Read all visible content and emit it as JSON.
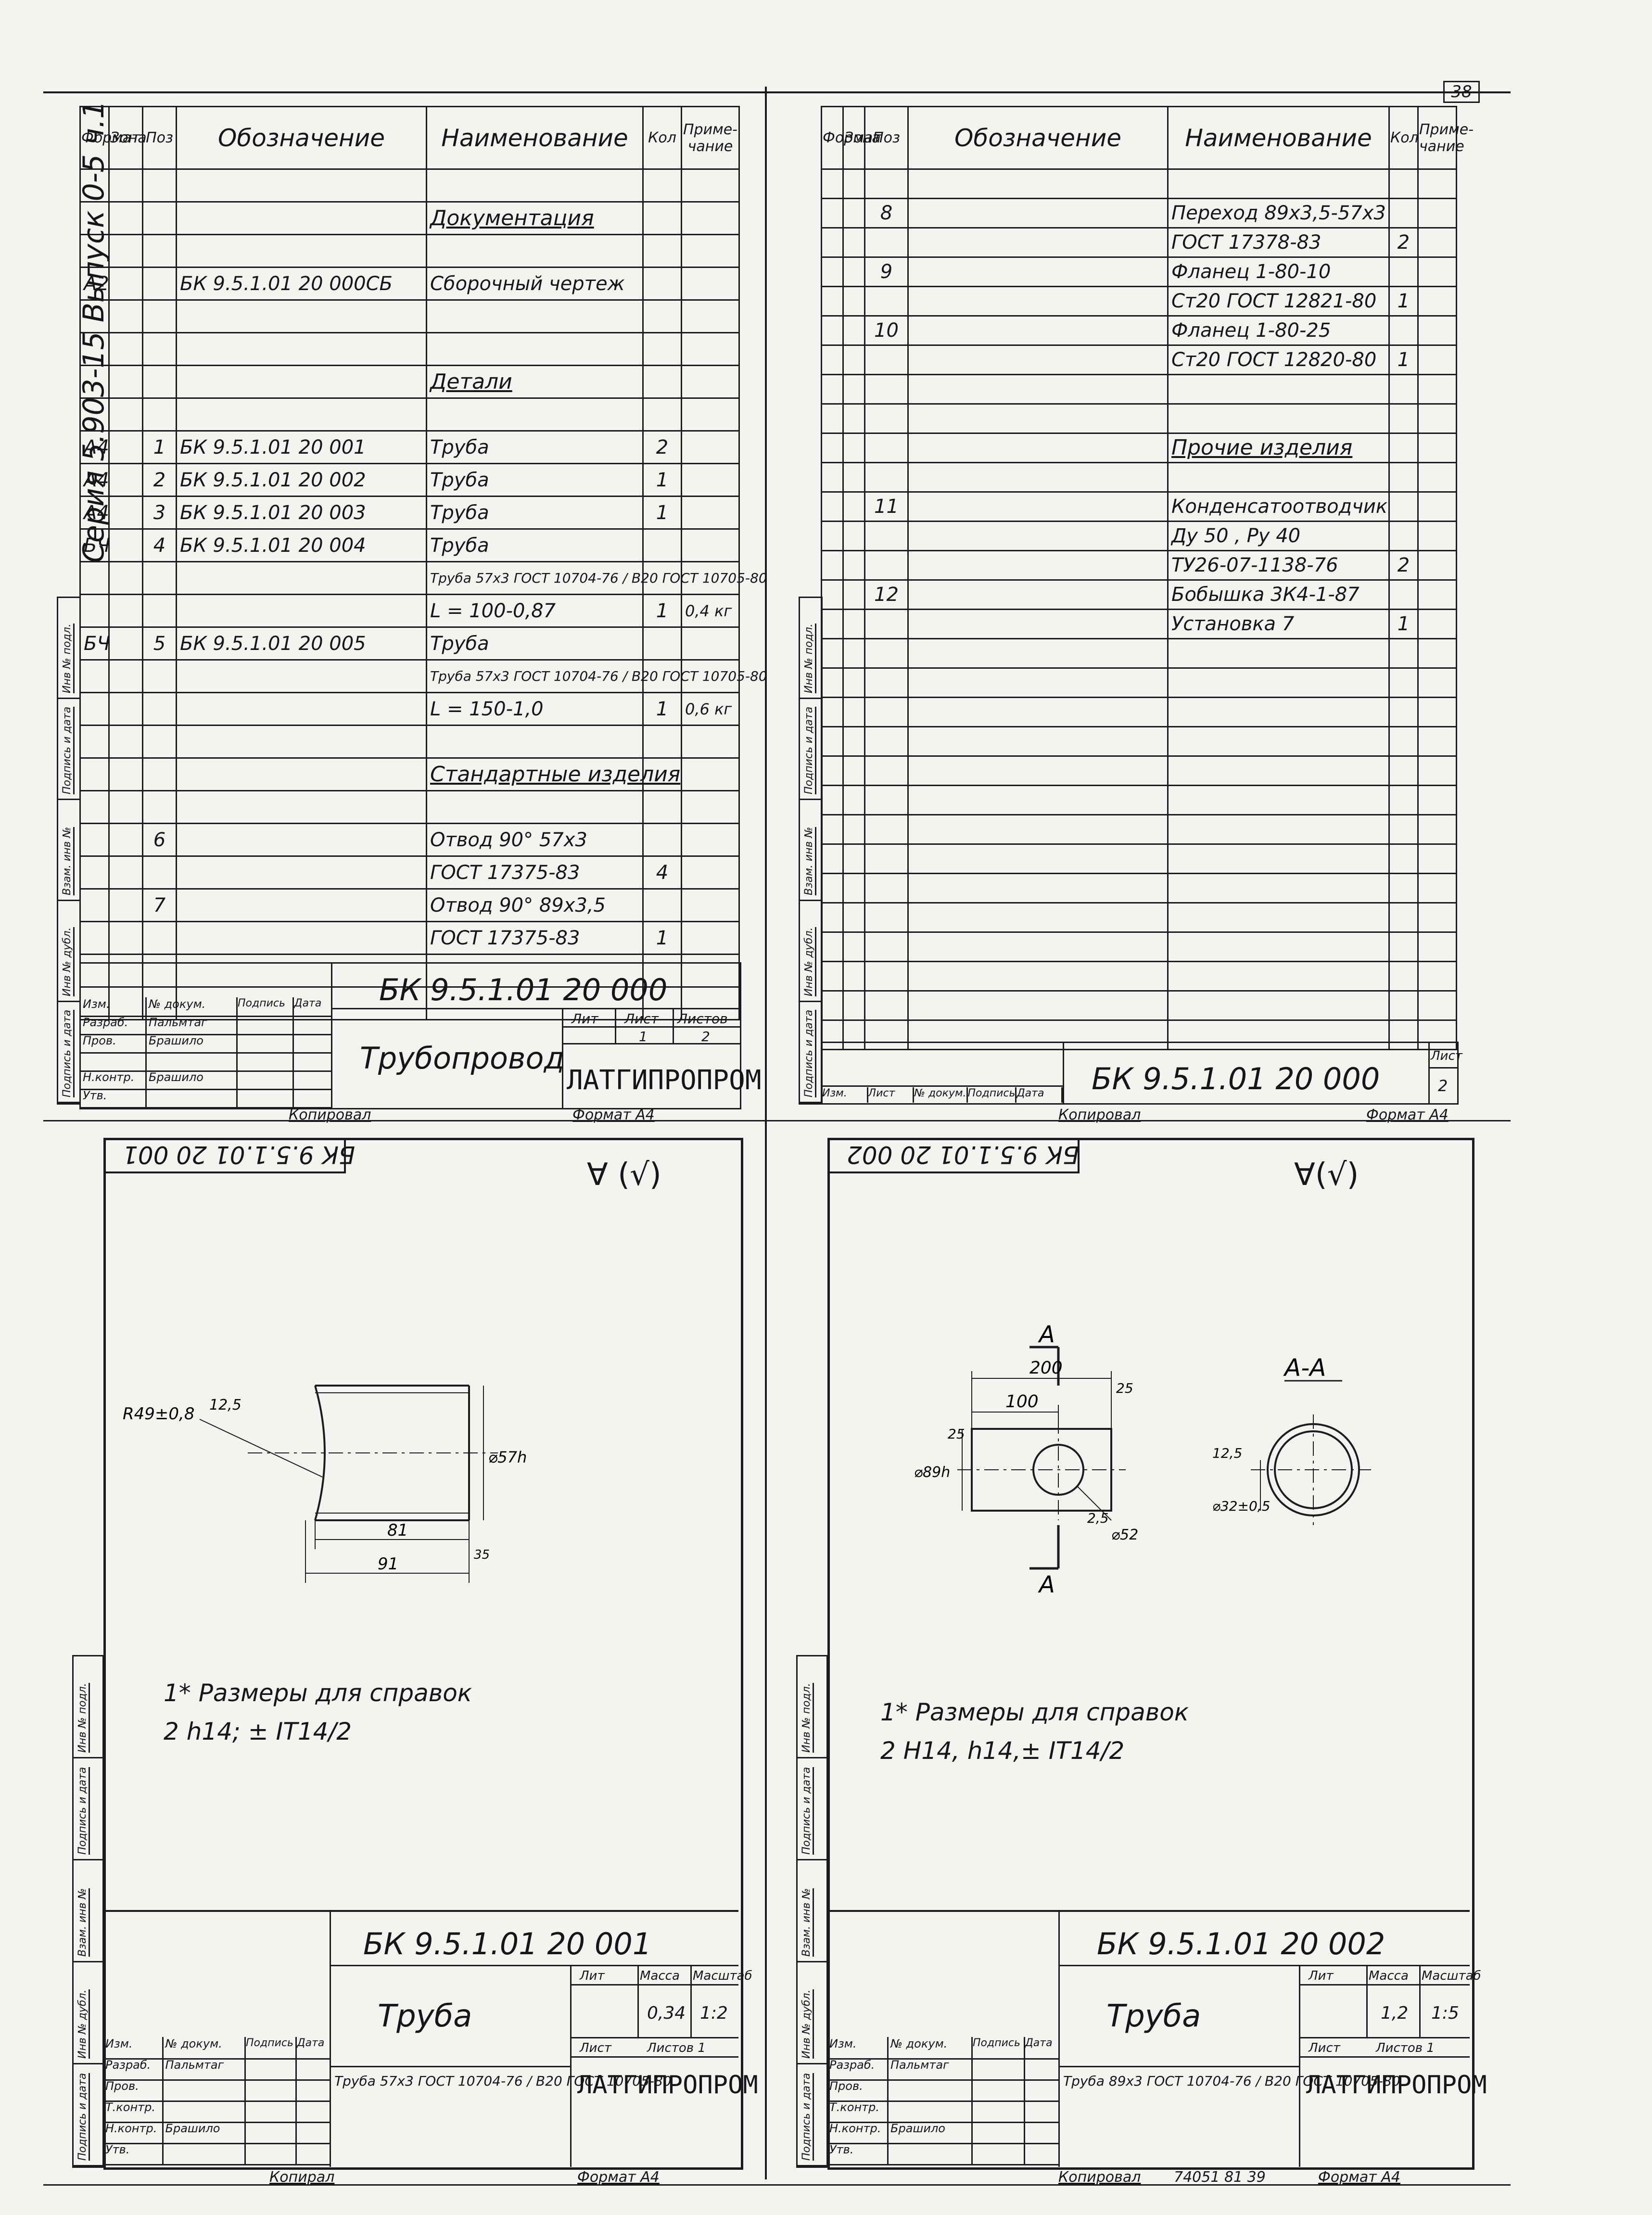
{
  "sheet_number": "38",
  "series_label": "Серия 5.903-15   Выпуск 0-5 ч.1",
  "copied_by": "Копировал",
  "copied_by_2": "Копирал",
  "format_label": "Формат А4",
  "edge_print": "74051  81  39",
  "spec": {
    "headers": [
      "Формат",
      "Зона",
      "Поз",
      "Обозначение",
      "Наименование",
      "Кол",
      "Приме-чание"
    ],
    "headers_right": [
      "Формат",
      "Зона",
      "Поз",
      "Обозначение",
      "Наименование",
      "Кол",
      "Приме-чание"
    ],
    "left_rows": [
      {
        "fmt": "",
        "zone": "",
        "pos": "",
        "code": "",
        "name": "",
        "qty": "",
        "note": ""
      },
      {
        "fmt": "",
        "zone": "",
        "pos": "",
        "code": "",
        "name": "Документация",
        "qty": "",
        "note": "",
        "section": true
      },
      {
        "fmt": "",
        "zone": "",
        "pos": "",
        "code": "",
        "name": "",
        "qty": "",
        "note": ""
      },
      {
        "fmt": "А2",
        "zone": "",
        "pos": "",
        "code": "БК 9.5.1.01 20 000СБ",
        "name": "Сборочный чертеж",
        "qty": "",
        "note": ""
      },
      {
        "fmt": "",
        "zone": "",
        "pos": "",
        "code": "",
        "name": "",
        "qty": "",
        "note": ""
      },
      {
        "fmt": "",
        "zone": "",
        "pos": "",
        "code": "",
        "name": "",
        "qty": "",
        "note": ""
      },
      {
        "fmt": "",
        "zone": "",
        "pos": "",
        "code": "",
        "name": "Детали",
        "qty": "",
        "note": "",
        "section": true
      },
      {
        "fmt": "",
        "zone": "",
        "pos": "",
        "code": "",
        "name": "",
        "qty": "",
        "note": ""
      },
      {
        "fmt": "А4",
        "zone": "",
        "pos": "1",
        "code": "БК 9.5.1.01 20 001",
        "name": "Труба",
        "qty": "2",
        "note": ""
      },
      {
        "fmt": "А4",
        "zone": "",
        "pos": "2",
        "code": "БК 9.5.1.01 20 002",
        "name": "Труба",
        "qty": "1",
        "note": ""
      },
      {
        "fmt": "А4",
        "zone": "",
        "pos": "3",
        "code": "БК 9.5.1.01 20 003",
        "name": "Труба",
        "qty": "1",
        "note": ""
      },
      {
        "fmt": "БЧ",
        "zone": "",
        "pos": "4",
        "code": "БК 9.5.1.01 20 004",
        "name": "Труба",
        "qty": "",
        "note": ""
      },
      {
        "fmt": "",
        "zone": "",
        "pos": "",
        "code": "",
        "name": "Труба 57х3 ГОСТ 10704-76 / В20 ГОСТ 10705-80",
        "qty": "",
        "note": ""
      },
      {
        "fmt": "",
        "zone": "",
        "pos": "",
        "code": "",
        "name": "L = 100-0,87",
        "qty": "1",
        "note": "0,4 кг"
      },
      {
        "fmt": "БЧ",
        "zone": "",
        "pos": "5",
        "code": "БК 9.5.1.01 20 005",
        "name": "Труба",
        "qty": "",
        "note": ""
      },
      {
        "fmt": "",
        "zone": "",
        "pos": "",
        "code": "",
        "name": "Труба 57х3 ГОСТ 10704-76 / В20 ГОСТ 10705-80",
        "qty": "",
        "note": ""
      },
      {
        "fmt": "",
        "zone": "",
        "pos": "",
        "code": "",
        "name": "L = 150-1,0",
        "qty": "1",
        "note": "0,6 кг"
      },
      {
        "fmt": "",
        "zone": "",
        "pos": "",
        "code": "",
        "name": "",
        "qty": "",
        "note": ""
      },
      {
        "fmt": "",
        "zone": "",
        "pos": "",
        "code": "",
        "name": "Стандартные изделия",
        "qty": "",
        "note": "",
        "section": true
      },
      {
        "fmt": "",
        "zone": "",
        "pos": "",
        "code": "",
        "name": "",
        "qty": "",
        "note": ""
      },
      {
        "fmt": "",
        "zone": "",
        "pos": "6",
        "code": "",
        "name": "Отвод 90° 57х3",
        "qty": "",
        "note": ""
      },
      {
        "fmt": "",
        "zone": "",
        "pos": "",
        "code": "",
        "name": "ГОСТ 17375-83",
        "qty": "4",
        "note": ""
      },
      {
        "fmt": "",
        "zone": "",
        "pos": "7",
        "code": "",
        "name": "Отвод 90° 89х3,5",
        "qty": "",
        "note": ""
      },
      {
        "fmt": "",
        "zone": "",
        "pos": "",
        "code": "",
        "name": "ГОСТ 17375-83",
        "qty": "1",
        "note": ""
      },
      {
        "fmt": "",
        "zone": "",
        "pos": "",
        "code": "",
        "name": "",
        "qty": "",
        "note": ""
      },
      {
        "fmt": "",
        "zone": "",
        "pos": "",
        "code": "",
        "name": "",
        "qty": "",
        "note": ""
      }
    ],
    "right_rows": [
      {
        "fmt": "",
        "zone": "",
        "pos": "",
        "code": "",
        "name": "",
        "qty": "",
        "note": ""
      },
      {
        "fmt": "",
        "zone": "",
        "pos": "8",
        "code": "",
        "name": "Переход 89х3,5-57х3",
        "qty": "",
        "note": ""
      },
      {
        "fmt": "",
        "zone": "",
        "pos": "",
        "code": "",
        "name": "ГОСТ 17378-83",
        "qty": "2",
        "note": ""
      },
      {
        "fmt": "",
        "zone": "",
        "pos": "9",
        "code": "",
        "name": "Фланец 1-80-10",
        "qty": "",
        "note": ""
      },
      {
        "fmt": "",
        "zone": "",
        "pos": "",
        "code": "",
        "name": "Ст20 ГОСТ 12821-80",
        "qty": "1",
        "note": ""
      },
      {
        "fmt": "",
        "zone": "",
        "pos": "10",
        "code": "",
        "name": "Фланец 1-80-25",
        "qty": "",
        "note": ""
      },
      {
        "fmt": "",
        "zone": "",
        "pos": "",
        "code": "",
        "name": "Ст20 ГОСТ 12820-80",
        "qty": "1",
        "note": ""
      },
      {
        "fmt": "",
        "zone": "",
        "pos": "",
        "code": "",
        "name": "",
        "qty": "",
        "note": ""
      },
      {
        "fmt": "",
        "zone": "",
        "pos": "",
        "code": "",
        "name": "",
        "qty": "",
        "note": ""
      },
      {
        "fmt": "",
        "zone": "",
        "pos": "",
        "code": "",
        "name": "Прочие изделия",
        "qty": "",
        "note": "",
        "section": true
      },
      {
        "fmt": "",
        "zone": "",
        "pos": "",
        "code": "",
        "name": "",
        "qty": "",
        "note": ""
      },
      {
        "fmt": "",
        "zone": "",
        "pos": "11",
        "code": "",
        "name": "Конденсатоотводчик",
        "qty": "",
        "note": ""
      },
      {
        "fmt": "",
        "zone": "",
        "pos": "",
        "code": "",
        "name": "Ду 50 , Ру 40",
        "qty": "",
        "note": ""
      },
      {
        "fmt": "",
        "zone": "",
        "pos": "",
        "code": "",
        "name": "ТУ26-07-1138-76",
        "qty": "2",
        "note": ""
      },
      {
        "fmt": "",
        "zone": "",
        "pos": "12",
        "code": "",
        "name": "Бобышка 3К4-1-87",
        "qty": "",
        "note": ""
      },
      {
        "fmt": "",
        "zone": "",
        "pos": "",
        "code": "",
        "name": "Установка 7",
        "qty": "1",
        "note": ""
      },
      {
        "fmt": "",
        "zone": "",
        "pos": "",
        "code": "",
        "name": "",
        "qty": "",
        "note": ""
      },
      {
        "fmt": "",
        "zone": "",
        "pos": "",
        "code": "",
        "name": "",
        "qty": "",
        "note": ""
      },
      {
        "fmt": "",
        "zone": "",
        "pos": "",
        "code": "",
        "name": "",
        "qty": "",
        "note": ""
      },
      {
        "fmt": "",
        "zone": "",
        "pos": "",
        "code": "",
        "name": "",
        "qty": "",
        "note": ""
      },
      {
        "fmt": "",
        "zone": "",
        "pos": "",
        "code": "",
        "name": "",
        "qty": "",
        "note": ""
      },
      {
        "fmt": "",
        "zone": "",
        "pos": "",
        "code": "",
        "name": "",
        "qty": "",
        "note": ""
      },
      {
        "fmt": "",
        "zone": "",
        "pos": "",
        "code": "",
        "name": "",
        "qty": "",
        "note": ""
      },
      {
        "fmt": "",
        "zone": "",
        "pos": "",
        "code": "",
        "name": "",
        "qty": "",
        "note": ""
      },
      {
        "fmt": "",
        "zone": "",
        "pos": "",
        "code": "",
        "name": "",
        "qty": "",
        "note": ""
      },
      {
        "fmt": "",
        "zone": "",
        "pos": "",
        "code": "",
        "name": "",
        "qty": "",
        "note": ""
      },
      {
        "fmt": "",
        "zone": "",
        "pos": "",
        "code": "",
        "name": "",
        "qty": "",
        "note": ""
      },
      {
        "fmt": "",
        "zone": "",
        "pos": "",
        "code": "",
        "name": "",
        "qty": "",
        "note": ""
      },
      {
        "fmt": "",
        "zone": "",
        "pos": "",
        "code": "",
        "name": "",
        "qty": "",
        "note": ""
      },
      {
        "fmt": "",
        "zone": "",
        "pos": "",
        "code": "",
        "name": "",
        "qty": "",
        "note": ""
      }
    ]
  },
  "side_strip_labels": [
    "Инв № подл.",
    "Подпись и дата",
    "Взам. инв №",
    "Инв № дубл.",
    "Подпись и дата"
  ],
  "titleblock_main": {
    "designation": "БК 9.5.1.01 20 000",
    "name": "Трубопровод",
    "lit_label": "Лит",
    "sheet_label": "Лист",
    "sheets_label": "Листов",
    "sheet": "1",
    "sheets": "2",
    "org": "ЛАТГИПРОПРОМ",
    "rows": [
      {
        "role": "Изм.",
        "person": "№ докум.",
        "sign": "Подпись",
        "date": "Дата",
        "header": true
      },
      {
        "role": "Разраб.",
        "person": "Пальмтаг"
      },
      {
        "role": "Пров.",
        "person": "Брашило"
      },
      {
        "role": "",
        "person": ""
      },
      {
        "role": "Н.контр.",
        "person": "Брашило"
      },
      {
        "role": "Утв.",
        "person": ""
      }
    ]
  },
  "titleblock_right": {
    "designation": "БК 9.5.1.01 20 000",
    "sheet_label": "Лист",
    "sheet": "2",
    "rows": [
      "Изм.",
      "Лист",
      "№ докум.",
      "Подпись",
      "Дата"
    ]
  },
  "drawing_001": {
    "stamp": "БК 9.5.1.01 20 001",
    "roughness": "∀ (√)",
    "dims": {
      "angle": "R49±0,8",
      "bevel": "12,5",
      "dia": "⌀57h",
      "len1": "81",
      "len2": "91",
      "wall": "35"
    },
    "notes": [
      "1* Размеры для справок",
      "2  h14; ± IT14/2"
    ],
    "designation": "БК 9.5.1.01 20 001",
    "name": "Труба",
    "material": "Труба 57х3 ГОСТ 10704-76 / В20 ГОСТ 10705-80",
    "lit_label": "Лит",
    "mass_label": "Масса",
    "scale_label": "Масштаб",
    "mass": "0,34",
    "scale": "1:2",
    "sheet_label": "Лист",
    "sheets_label": "Листов 1",
    "org": "ЛАТГИПРОПРОМ",
    "rows": [
      {
        "role": "Изм.",
        "person": "№ докум.",
        "sign": "Подпись",
        "date": "Дата"
      },
      {
        "role": "Разраб.",
        "person": "Пальмтаг"
      },
      {
        "role": "Пров.",
        "person": ""
      },
      {
        "role": "Т.контр.",
        "person": ""
      },
      {
        "role": "Н.контр.",
        "person": "Брашило"
      },
      {
        "role": "Утв.",
        "person": ""
      }
    ]
  },
  "drawing_002": {
    "stamp": "БК 9.5.1.01 20 002",
    "roughness": "∀(√)",
    "section_label": "А-А",
    "cut_label": "А",
    "dims": {
      "len": "200",
      "half": "100",
      "wall": "25",
      "dia": "⌀89h",
      "hole": "⌀52",
      "chamfer": "12,5",
      "chamfer2": "2,5",
      "inner": "⌀32±0,5",
      "bevel": "25"
    },
    "notes": [
      "1* Размеры для справок",
      "2  H14,  h14,± IT14/2"
    ],
    "designation": "БК 9.5.1.01 20 002",
    "name": "Труба",
    "material": "Труба 89х3 ГОСТ 10704-76 / В20 ГОСТ 10705-80",
    "lit_label": "Лит",
    "mass_label": "Масса",
    "scale_label": "Масштаб",
    "mass": "1,2",
    "scale": "1:5",
    "sheet_label": "Лист",
    "sheets_label": "Листов 1",
    "org": "ЛАТГИПРОПРОМ",
    "rows": [
      {
        "role": "Изм.",
        "person": "№ докум.",
        "sign": "Подпись",
        "date": "Дата"
      },
      {
        "role": "Разраб.",
        "person": "Пальмтаг"
      },
      {
        "role": "Пров.",
        "person": ""
      },
      {
        "role": "Т.контр.",
        "person": ""
      },
      {
        "role": "Н.контр.",
        "person": "Брашило"
      },
      {
        "role": "Утв.",
        "person": ""
      }
    ]
  }
}
